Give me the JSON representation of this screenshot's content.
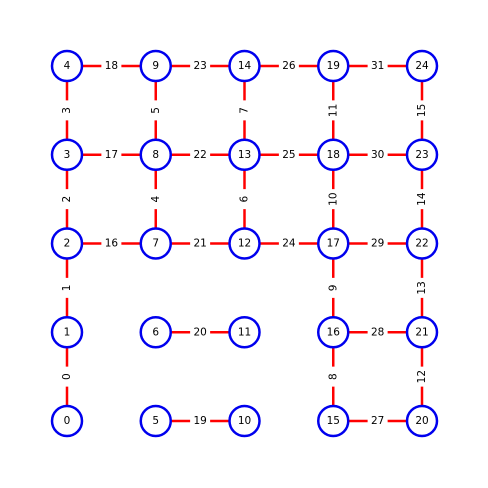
{
  "colors": {
    "node_stroke": "#0000ee",
    "node_fill": "#ffffff",
    "edge": "#ff0000",
    "label_bg": "#ffffff",
    "text": "#000000"
  },
  "grid": {
    "columns": 5,
    "rows": 5
  },
  "nodes": [
    {
      "id": "0",
      "col": 0,
      "row": 0
    },
    {
      "id": "1",
      "col": 0,
      "row": 1
    },
    {
      "id": "2",
      "col": 0,
      "row": 2
    },
    {
      "id": "3",
      "col": 0,
      "row": 3
    },
    {
      "id": "4",
      "col": 0,
      "row": 4
    },
    {
      "id": "5",
      "col": 1,
      "row": 0
    },
    {
      "id": "6",
      "col": 1,
      "row": 1
    },
    {
      "id": "7",
      "col": 1,
      "row": 2
    },
    {
      "id": "8",
      "col": 1,
      "row": 3
    },
    {
      "id": "9",
      "col": 1,
      "row": 4
    },
    {
      "id": "10",
      "col": 2,
      "row": 0
    },
    {
      "id": "11",
      "col": 2,
      "row": 1
    },
    {
      "id": "12",
      "col": 2,
      "row": 2
    },
    {
      "id": "13",
      "col": 2,
      "row": 3
    },
    {
      "id": "14",
      "col": 2,
      "row": 4
    },
    {
      "id": "15",
      "col": 3,
      "row": 0
    },
    {
      "id": "16",
      "col": 3,
      "row": 1
    },
    {
      "id": "17",
      "col": 3,
      "row": 2
    },
    {
      "id": "18",
      "col": 3,
      "row": 3
    },
    {
      "id": "19",
      "col": 3,
      "row": 4
    },
    {
      "id": "20",
      "col": 4,
      "row": 0
    },
    {
      "id": "21",
      "col": 4,
      "row": 1
    },
    {
      "id": "22",
      "col": 4,
      "row": 2
    },
    {
      "id": "23",
      "col": 4,
      "row": 3
    },
    {
      "id": "24",
      "col": 4,
      "row": 4
    }
  ],
  "edges": [
    {
      "label": "0",
      "from": "0",
      "to": "1"
    },
    {
      "label": "1",
      "from": "1",
      "to": "2"
    },
    {
      "label": "2",
      "from": "2",
      "to": "3"
    },
    {
      "label": "3",
      "from": "3",
      "to": "4"
    },
    {
      "label": "4",
      "from": "7",
      "to": "8"
    },
    {
      "label": "5",
      "from": "8",
      "to": "9"
    },
    {
      "label": "6",
      "from": "12",
      "to": "13"
    },
    {
      "label": "7",
      "from": "13",
      "to": "14"
    },
    {
      "label": "8",
      "from": "15",
      "to": "16"
    },
    {
      "label": "9",
      "from": "16",
      "to": "17"
    },
    {
      "label": "10",
      "from": "17",
      "to": "18"
    },
    {
      "label": "11",
      "from": "18",
      "to": "19"
    },
    {
      "label": "12",
      "from": "20",
      "to": "21"
    },
    {
      "label": "13",
      "from": "21",
      "to": "22"
    },
    {
      "label": "14",
      "from": "22",
      "to": "23"
    },
    {
      "label": "15",
      "from": "23",
      "to": "24"
    },
    {
      "label": "16",
      "from": "2",
      "to": "7"
    },
    {
      "label": "17",
      "from": "3",
      "to": "8"
    },
    {
      "label": "18",
      "from": "4",
      "to": "9"
    },
    {
      "label": "19",
      "from": "5",
      "to": "10"
    },
    {
      "label": "20",
      "from": "6",
      "to": "11"
    },
    {
      "label": "21",
      "from": "7",
      "to": "12"
    },
    {
      "label": "22",
      "from": "8",
      "to": "13"
    },
    {
      "label": "23",
      "from": "9",
      "to": "14"
    },
    {
      "label": "24",
      "from": "12",
      "to": "17"
    },
    {
      "label": "25",
      "from": "13",
      "to": "18"
    },
    {
      "label": "26",
      "from": "14",
      "to": "19"
    },
    {
      "label": "27",
      "from": "15",
      "to": "20"
    },
    {
      "label": "28",
      "from": "16",
      "to": "21"
    },
    {
      "label": "29",
      "from": "17",
      "to": "22"
    },
    {
      "label": "30",
      "from": "18",
      "to": "23"
    },
    {
      "label": "31",
      "from": "19",
      "to": "24"
    }
  ]
}
